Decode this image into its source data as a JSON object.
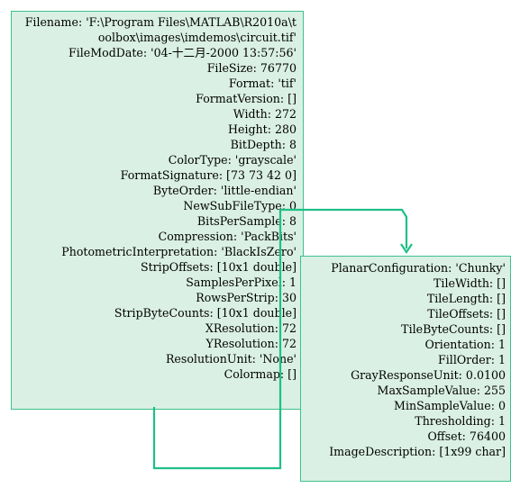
{
  "panels": {
    "left": {
      "lines": [
        "Filename: 'F:\\Program Files\\MATLAB\\R2010a\\toolbox\\images\\imdemos\\circuit.tif'",
        "FileModDate: '04-十二月-2000 13:57:56'",
        "FileSize: 76770",
        "Format: 'tif'",
        "FormatVersion: []",
        "Width: 272",
        "Height: 280",
        "BitDepth: 8",
        "ColorType: 'grayscale'",
        "FormatSignature: [73 73 42 0]",
        "ByteOrder: 'little-endian'",
        "NewSubFileType: 0",
        "BitsPerSample: 8",
        "Compression: 'PackBits'",
        "PhotometricInterpretation: 'BlackIsZero'",
        "StripOffsets: [10x1 double]",
        "SamplesPerPixel: 1",
        "RowsPerStrip: 30",
        "StripByteCounts: [10x1 double]",
        "XResolution: 72",
        "YResolution: 72",
        "ResolutionUnit: 'None'",
        "Colormap: []"
      ]
    },
    "right": {
      "lines": [
        "PlanarConfiguration: 'Chunky'",
        "TileWidth: []",
        "TileLength: []",
        "TileOffsets: []",
        "TileByteCounts: []",
        "Orientation: 1",
        "FillOrder: 1",
        "GrayResponseUnit: 0.0100",
        "MaxSampleValue: 255",
        "MinSampleValue: 0",
        "Thresholding: 1",
        "Offset: 76400",
        "ImageDescription: [1x99 char]"
      ]
    }
  },
  "colors": {
    "panel_fill": "#daf0e4",
    "panel_border": "#3cc28e",
    "connector": "#1fbf86"
  }
}
